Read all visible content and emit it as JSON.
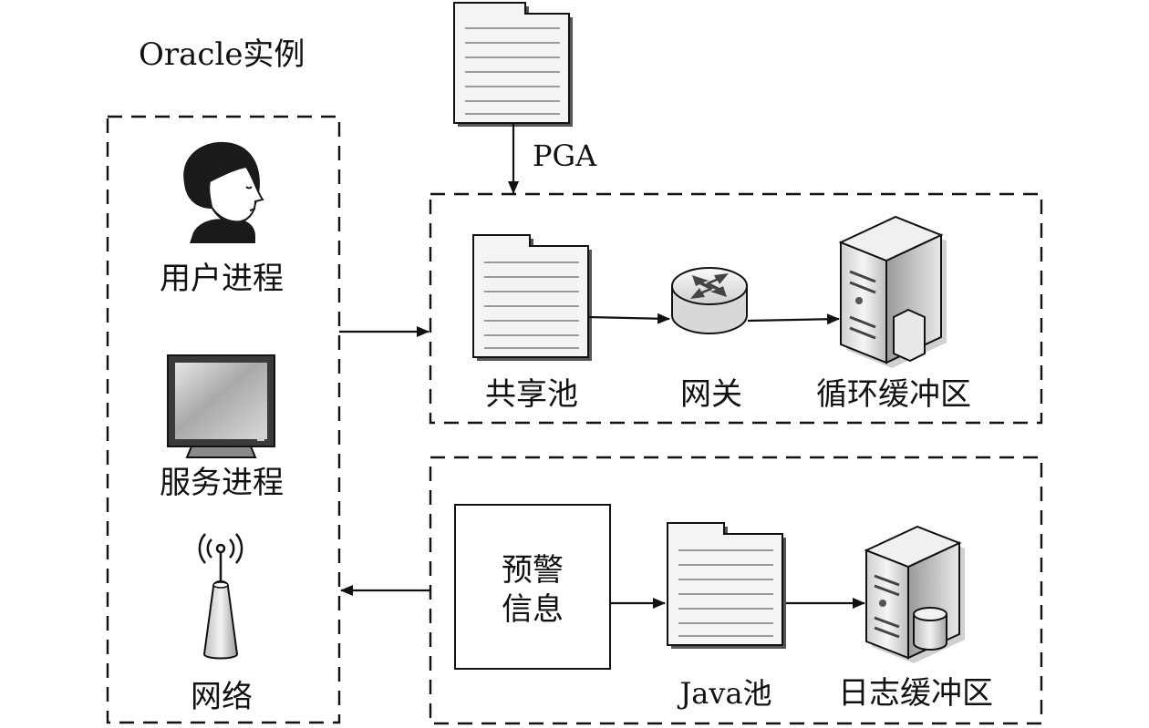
{
  "title": "Oracle实例",
  "left_panel": {
    "user_process": "用户进程",
    "server_process": "服务进程",
    "network": "网络"
  },
  "pga": {
    "label": "PGA"
  },
  "top_group": {
    "shared_pool": "共享池",
    "gateway": "网关",
    "redo_buffer": "循环缓冲区"
  },
  "bottom_group": {
    "alert_info_line1": "预警",
    "alert_info_line2": "信息",
    "java_pool": "Java池",
    "log_buffer": "日志缓冲区"
  },
  "icons": {
    "user": "person-icon",
    "monitor": "monitor-icon",
    "antenna": "antenna-icon",
    "document": "document-icon",
    "router": "router-icon",
    "server": "server-icon"
  },
  "colors": {
    "stroke": "#111111",
    "doc_fill": "#f4f4f4",
    "doc_lines": "#9a9a9a"
  }
}
